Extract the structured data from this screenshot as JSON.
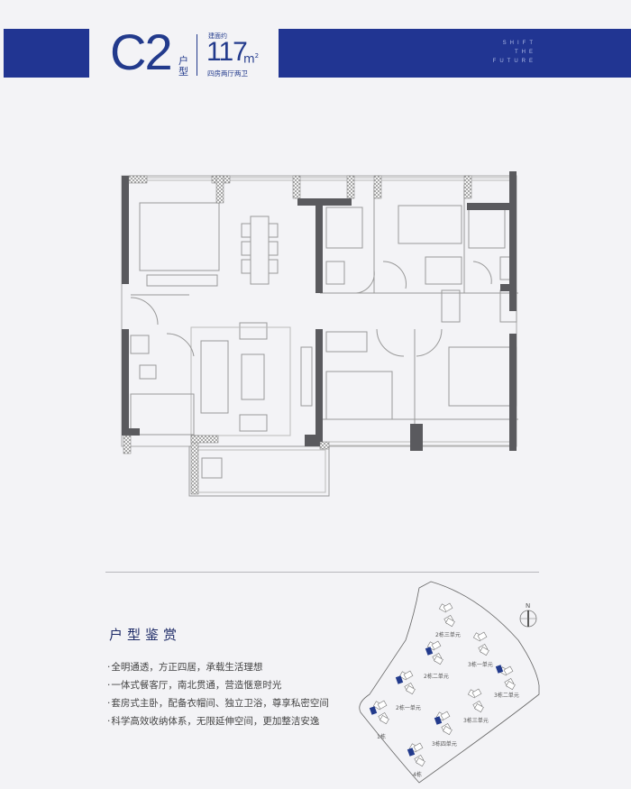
{
  "header": {
    "unit_code": "C2",
    "unit_suffix": "户型",
    "area_label": "建面约",
    "area_value": "117",
    "area_unit": "m",
    "area_unit_sup": "2",
    "layout_desc": "四房两厅两卫",
    "tagline": [
      "SHIFT",
      "THE",
      "FUTURE"
    ],
    "brand_color": "#213592"
  },
  "floorplan": {
    "rooms": [
      "kitchen",
      "dining",
      "living",
      "balcony",
      "bedroom-sw",
      "bedroom-s",
      "master-bedroom",
      "bedroom-n",
      "bathroom-1",
      "bathroom-2"
    ]
  },
  "features": {
    "title": "户型鉴赏",
    "items": [
      "全明通透，方正四居，承载生活理想",
      "一体式餐客厅，南北贯通，营造惬意时光",
      "套房式主卧，配备衣帽间、独立卫浴，尊享私密空间",
      "科学高效收纳体系，无限延伸空间，更加整洁安逸"
    ]
  },
  "siteplan": {
    "compass": "N",
    "buildings": [
      {
        "label": "2栋三单元",
        "highlight": false
      },
      {
        "label": "2栋二单元",
        "highlight": true
      },
      {
        "label": "2栋一单元",
        "highlight": true
      },
      {
        "label": "1栋",
        "highlight": true
      },
      {
        "label": "3栋一单元",
        "highlight": false
      },
      {
        "label": "3栋二单元",
        "highlight": true
      },
      {
        "label": "3栋三单元",
        "highlight": false
      },
      {
        "label": "3栋四单元",
        "highlight": true
      },
      {
        "label": "4栋",
        "highlight": true
      }
    ]
  }
}
